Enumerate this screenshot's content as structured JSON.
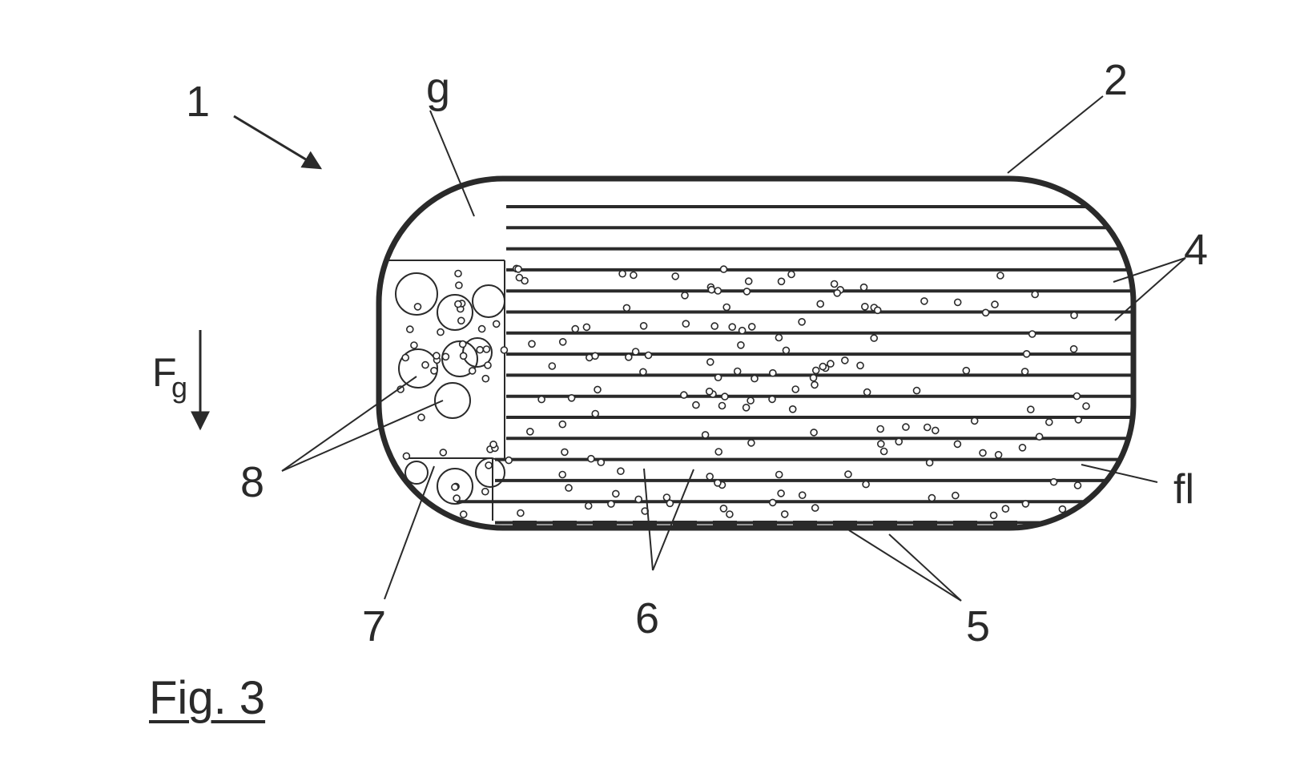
{
  "figure": {
    "caption": "Fig. 3",
    "labels": {
      "ref_1": "1",
      "ref_2": "2",
      "ref_4": "4",
      "ref_5": "5",
      "ref_6": "6",
      "ref_7": "7",
      "ref_8": "8",
      "gas": "g",
      "fluid": "fl",
      "force": "F",
      "force_sub": "g"
    }
  },
  "colors": {
    "ink": "#2a2a2a",
    "background": "#ffffff"
  }
}
